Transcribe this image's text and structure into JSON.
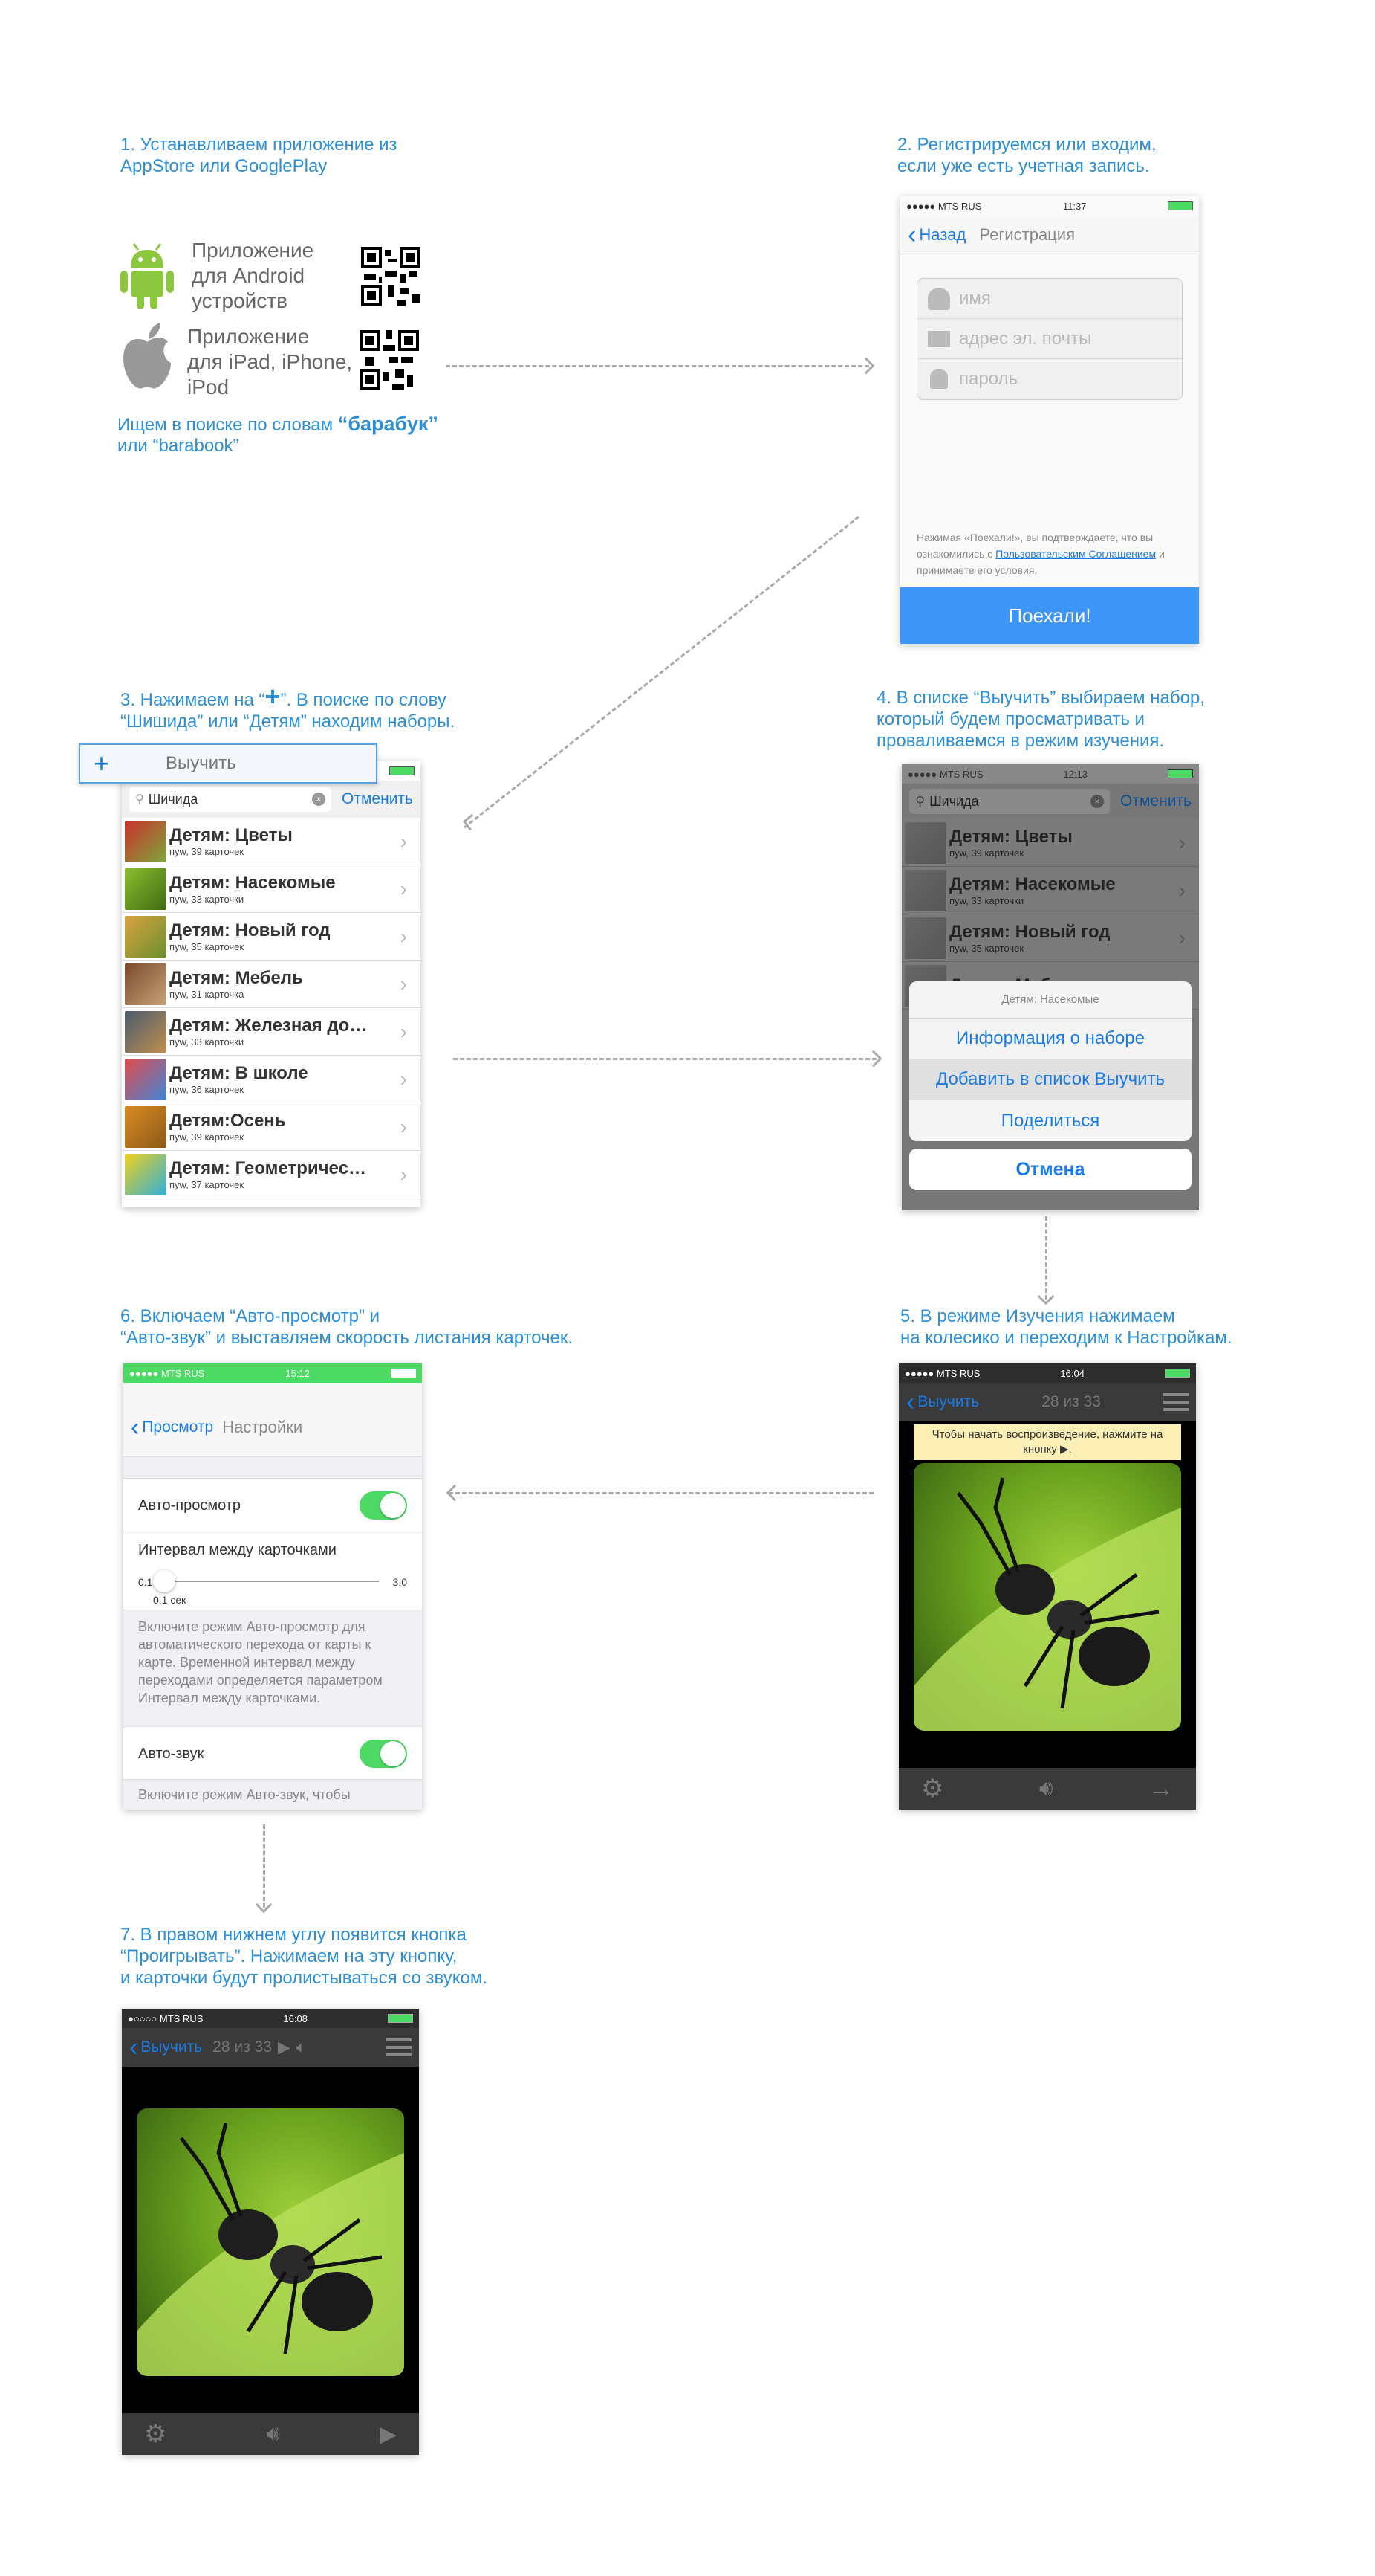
{
  "steps": {
    "s1": "1. Устанавливаем приложение из\n    AppStore или GooglePlay",
    "s2": "2. Регистрируемся или входим,\nесли уже есть учетная запись.",
    "s3a": "3. Нажимаем на “",
    "s3plus": "+",
    "s3b": "”. В поиске по слову\n“Шишида” или “Детям” находим наборы.",
    "s4": "4. В списке “Выучить” выбираем набор,\n    который будем просматривать и\n    проваливаемся в режим изучения.",
    "s5": "5. В режиме Изучения нажимаем\nна колесико и переходим к Настройкам.",
    "s6": "6. Включаем  “Авто-просмотр” и\n“Авто-звук” и выставляем скорость листания карточек.",
    "s7": "7. В правом нижнем углу появится кнопка\n“Проигрывать”. Нажимаем на эту кнопку,\nи карточки будут пролистываться со звуком."
  },
  "install": {
    "android_label": "Приложение\nдля Android\nустройств",
    "ios_label": "Приложение\nдля iPad, iPhone,\niPod",
    "search_hint_a": "Ищем в поиске по словам ",
    "search_hint_b": "“барабук”",
    "search_hint_c": "\nили “barabook”"
  },
  "reg": {
    "carrier": "●●●●● MTS RUS",
    "time": "11:37",
    "back": "Назад",
    "title": "Регистрация",
    "name_ph": "имя",
    "email_ph": "адрес эл. почты",
    "pass_ph": "пароль",
    "terms_a": "Нажимая «Поехали!», вы подтверждаете, что вы ознакомились с ",
    "terms_link": "Пользовательским Соглашением",
    "terms_b": " и принимаете его условия.",
    "go": "Поехали!"
  },
  "search": {
    "tab": "Выучить",
    "query": "Шичида",
    "cancel": "Отменить",
    "items": [
      {
        "title": "Детям: Цветы",
        "sub": "пуw, 39 карточек",
        "c1": "#c8322c",
        "c2": "#7fa63b"
      },
      {
        "title": "Детям: Насекомые",
        "sub": "пуw, 33 карточки",
        "c1": "#8bbf2e",
        "c2": "#3f6b14"
      },
      {
        "title": "Детям: Новый год",
        "sub": "пуw, 35 карточек",
        "c1": "#d9a441",
        "c2": "#6a8f2e"
      },
      {
        "title": "Детям: Мебель",
        "sub": "пуw, 31 карточка",
        "c1": "#7a4a2a",
        "c2": "#c7a27a"
      },
      {
        "title": "Детям: Железная до…",
        "sub": "пуw, 33 карточки",
        "c1": "#4a5b6e",
        "c2": "#c08f4e"
      },
      {
        "title": "Детям: В школе",
        "sub": "пуw, 36 карточек",
        "c1": "#e34c4c",
        "c2": "#3e86d6"
      },
      {
        "title": "Детям:Осень",
        "sub": "пуw, 39 карточек",
        "c1": "#d98a22",
        "c2": "#8b5a18"
      },
      {
        "title": "Детям: Геометричес…",
        "sub": "пуw, 37 карточек",
        "c1": "#f0d020",
        "c2": "#2fb0d8"
      }
    ]
  },
  "sheet": {
    "carrier": "●●●●● MTS RUS",
    "time": "12:13",
    "query": "Шичида",
    "cancel": "Отменить",
    "items": [
      {
        "title": "Детям: Цветы",
        "sub": "пуw, 39 карточек"
      },
      {
        "title": "Детям: Насекомые",
        "sub": "пуw, 33 карточки"
      },
      {
        "title": "Детям: Новый год",
        "sub": "пуw, 35 карточек"
      },
      {
        "title": "Детям: Мебель",
        "sub": ""
      }
    ],
    "header": "Детям: Насекомые",
    "info": "Информация о наборе",
    "add": "Добавить в список Выучить",
    "share": "Поделиться",
    "cancel_btn": "Отмена"
  },
  "study": {
    "carrier": "●●●●● MTS RUS",
    "time": "16:04",
    "back": "Выучить",
    "counter": "28 из 33",
    "hint": "Чтобы начать воспроизведение, нажмите на кнопку ▶."
  },
  "settings": {
    "carrier": "●●●●● MTS RUS",
    "time": "15:12",
    "back": "Просмотр",
    "title": "Настройки",
    "autoview": "Авто-просмотр",
    "interval": "Интервал между карточками",
    "min": "0.1",
    "max": "3.0",
    "value": "0.1 сек",
    "desc": "Включите режим Авто-просмотр для автоматического перехода от карты к карте. Временной интервал между переходами определяется параметром Интервал между карточками.",
    "autosound": "Авто-звук",
    "desc2": "Включите режим Авто-звук, чтобы"
  },
  "play": {
    "carrier": "●○○○○ MTS RUS",
    "time": "16:08",
    "back": "Выучить",
    "counter": "28 из 33"
  },
  "colors": {
    "accent": "#2d8fd5",
    "ios_blue": "#1a7be6",
    "go_button": "#3d95f5",
    "toggle_on": "#4cd964"
  }
}
